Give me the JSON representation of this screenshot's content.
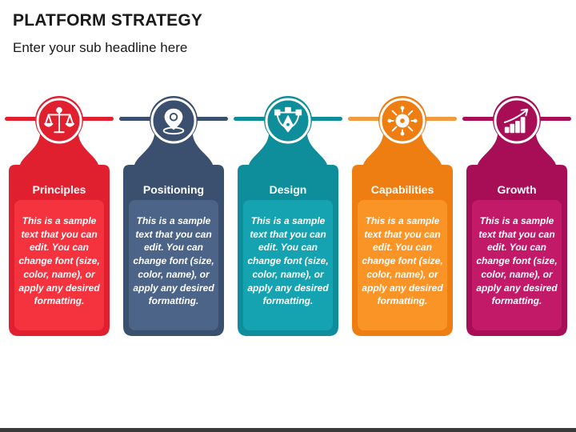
{
  "header": {
    "title": "PLATFORM STRATEGY",
    "subtitle": "Enter your sub headline here"
  },
  "steps": [
    {
      "label": "Principles",
      "body": "This is a sample text that you can edit. You can change font (size, color, name), or apply any desired formatting.",
      "icon": "scales-icon",
      "color": "#e0202e",
      "light": "#f5333f",
      "line": "#e0202e"
    },
    {
      "label": "Positioning",
      "body": "This is a sample text that you can edit. You can change font (size, color, name), or apply any desired formatting.",
      "icon": "location-pin-icon",
      "color": "#3b4f6e",
      "light": "#4c6488",
      "line": "#3b4f6e"
    },
    {
      "label": "Design",
      "body": "This is a sample text that you can edit. You can change font (size, color, name), or apply any desired formatting.",
      "icon": "pen-tool-icon",
      "color": "#0e8d9a",
      "light": "#16a3b1",
      "line": "#0e8d9a"
    },
    {
      "label": "Capabilities",
      "body": "This is a sample text that you can edit. You can change font (size, color, name), or apply any desired formatting.",
      "icon": "gear-network-icon",
      "color": "#ee7d12",
      "light": "#fb9427",
      "line": "#f29a40"
    },
    {
      "label": "Growth",
      "body": "This is a sample text that you can edit. You can change font (size, color, name), or apply any desired formatting.",
      "icon": "growth-chart-icon",
      "color": "#a80e56",
      "light": "#c21a69",
      "line": "#a80e56"
    }
  ]
}
